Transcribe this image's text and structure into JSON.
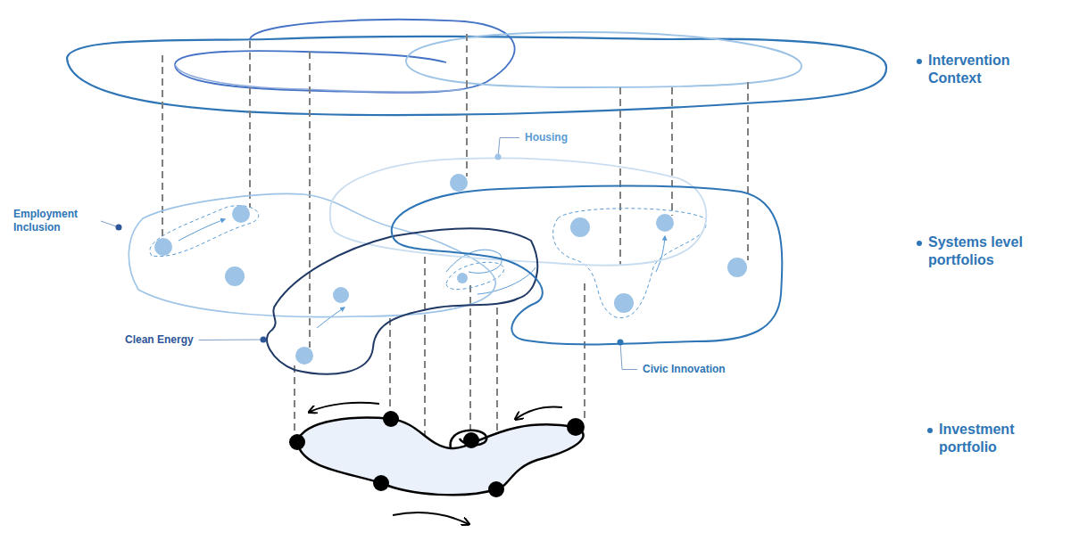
{
  "diagram": {
    "nodes": [
      {
        "text": [
          "Employment Inclusion"
        ]
      },
      {
        "text": [
          "Housing"
        ]
      },
      {
        "text": [
          "Clean Energy"
        ]
      },
      {
        "text": [
          "Civic Innovation"
        ]
      }
    ],
    "labels": [
      "Intervention Context",
      "Systems level portfolios",
      "Investment portfolio"
    ]
  }
}
